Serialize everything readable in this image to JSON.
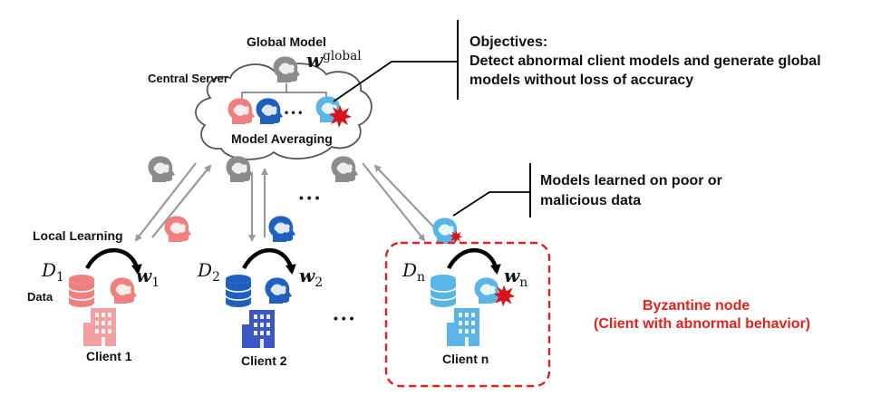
{
  "server": {
    "global_model_label": "Global Model",
    "global_weight_symbol": "w",
    "global_weight_superscript": "global",
    "central_server_label": "Central Server",
    "aggregation_label": "Model Averaging",
    "ellipsis": "• • •"
  },
  "callouts": {
    "objectives_line1": "Objectives:",
    "objectives_line2": "Detect abnormal client models and generate global",
    "objectives_line3": "models without loss of accuracy",
    "poor_models_line1": "Models learned on poor or",
    "poor_models_line2": "malicious data"
  },
  "flow": {
    "local_learning_label": "Local Learning",
    "data_label": "Data",
    "middle_ellipsis": "• • •"
  },
  "clients": [
    {
      "name": "Client 1",
      "dataset_symbol": "D",
      "dataset_index": "1",
      "weight_symbol": "w",
      "weight_index": "1",
      "color": "#f08080"
    },
    {
      "name": "Client 2",
      "dataset_symbol": "D",
      "dataset_index": "2",
      "weight_symbol": "w",
      "weight_index": "2",
      "color": "#1f5fbf"
    },
    {
      "name": "Client n",
      "dataset_symbol": "D",
      "dataset_index": "n",
      "weight_symbol": "w",
      "weight_index": "n",
      "color": "#5ab4e5"
    }
  ],
  "byzantine": {
    "line1": "Byzantine node",
    "line2": "(Client with abnormal behavior)",
    "color": "#e8201c"
  },
  "colors": {
    "gray_model": "#8c8c8c",
    "arrow": "#9a9a9a",
    "line": "#000000"
  }
}
